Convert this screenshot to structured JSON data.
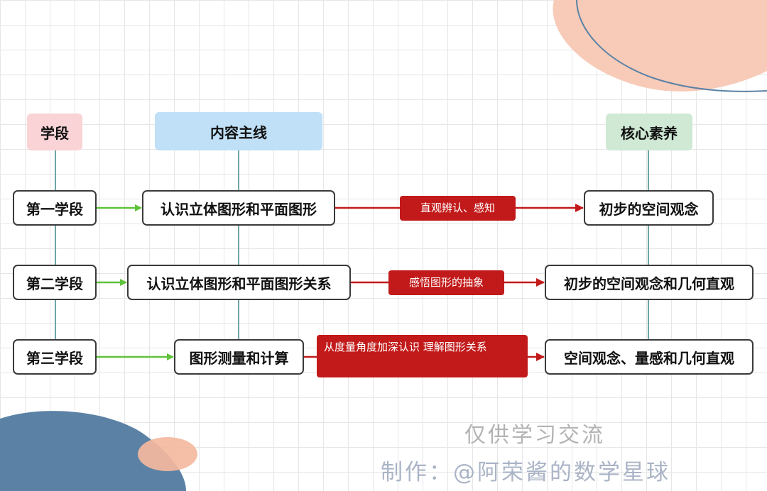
{
  "headers": {
    "stage": "学段",
    "content": "内容主线",
    "core": "核心素养"
  },
  "rows": [
    {
      "stage": "第一学段",
      "content": "认识立体图形和平面图形",
      "relation": "直观辨认、感知",
      "core": "初步的空间观念"
    },
    {
      "stage": "第二学段",
      "content": "认识立体图形和平面图形关系",
      "relation": "感悟图形的抽象",
      "core": "初步的空间观念和几何直观"
    },
    {
      "stage": "第三学段",
      "content": "图形测量和计算",
      "relation": "从度量角度加深认识 理解图形关系",
      "core": "空间观念、量感和几何直观"
    }
  ],
  "watermark": {
    "line1": "仅供学习交流",
    "line2": "制作：@阿荣酱的数学星球"
  },
  "colors": {
    "stage_header": "#f9d3d6",
    "content_header": "#bfe0f7",
    "core_header": "#cfe9d4",
    "relation_label": "#c21a1a",
    "arrow_green": "#5fc33a",
    "arrow_red": "#c21a1a",
    "connector": "#6fa5a5"
  }
}
